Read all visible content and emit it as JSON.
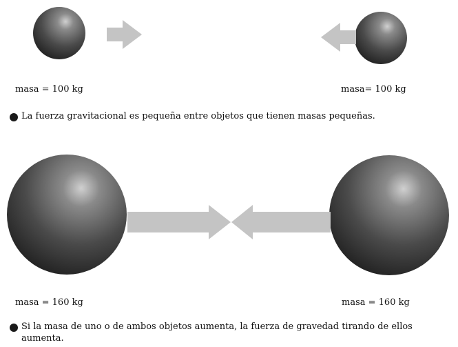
{
  "colors": {
    "sphere_dark": "#141414",
    "sphere_mid": "#5a5a5a",
    "sphere_light": "#bdbdbd",
    "arrow": "#c4c4c4",
    "bullet": "#1a1a1a"
  },
  "top": {
    "left_mass_label": "masa = 100 kg",
    "right_mass_label": "masa= 100 kg",
    "caption": "La fuerza gravitacional es pequeña entre objetos que tienen masas pequeñas."
  },
  "bottom": {
    "left_mass_label": "masa = 160 kg",
    "right_mass_label": "masa = 160 kg",
    "caption": "Si la masa de uno o de ambos objetos aumenta, la fuerza de gravedad tirando de ellos aumenta."
  }
}
